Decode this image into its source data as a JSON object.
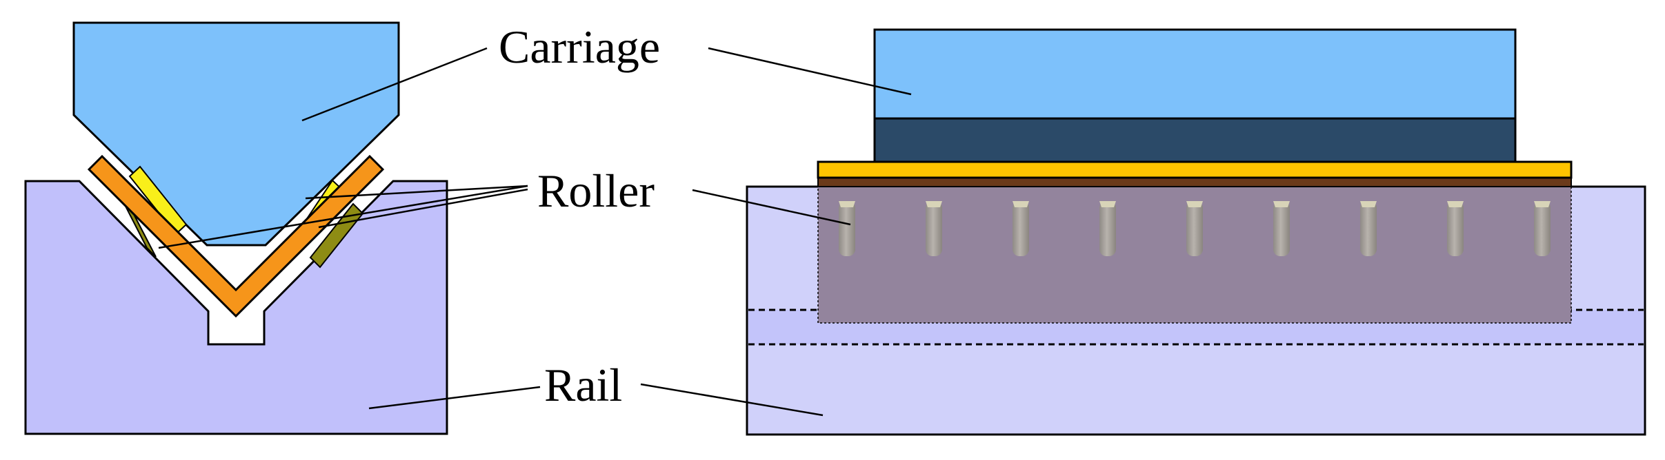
{
  "labels": {
    "carriage": "Carriage",
    "roller": "Roller",
    "rail": "Rail"
  },
  "rollers": {
    "count": 9
  },
  "colors": {
    "carriage": "#7dc1fb",
    "carriage_base": "#2b4a68",
    "rail_left": "#c1c0fb",
    "rail_right": "#d0d1fa",
    "roller_cage": "#f6951a",
    "roller_yellow": "#f9ef1a",
    "roller_olive": "#8e8c14",
    "bearing_strip": "#ffc400",
    "bearing_brown": "#6b3a1a",
    "roller_zone": "#93849d",
    "roller_cylinder": "#aaa59f"
  }
}
